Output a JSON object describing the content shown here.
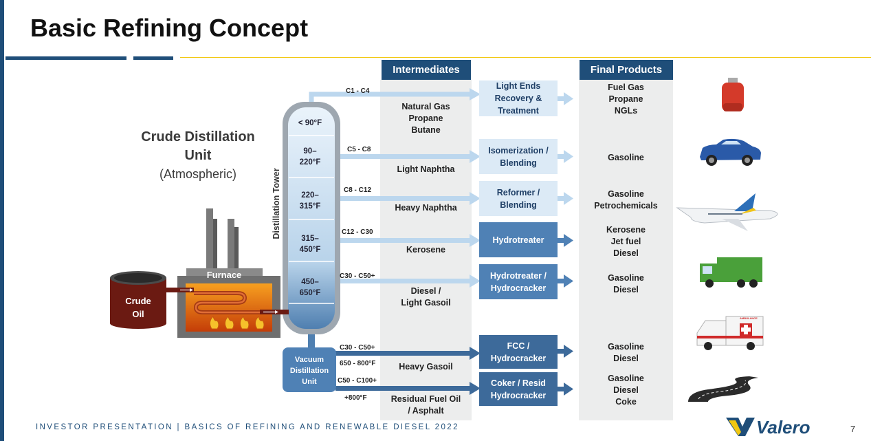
{
  "title": "Basic Refining Concept",
  "headers": {
    "intermediates": "Intermediates",
    "final_products": "Final Products"
  },
  "unit": {
    "line1": "Crude Distillation",
    "line2": "Unit",
    "line3": "(Atmospheric)"
  },
  "tower_label": "Distillation Tower",
  "furnace_label": "Furnace",
  "crude_label": {
    "line1": "Crude",
    "line2": "Oil"
  },
  "vacuum_label": {
    "line1": "Vacuum",
    "line2": "Distillation",
    "line3": "Unit"
  },
  "temps": [
    {
      "l1": "< 90°F",
      "l2": ""
    },
    {
      "l1": "90–",
      "l2": "220°F"
    },
    {
      "l1": "220–",
      "l2": "315°F"
    },
    {
      "l1": "315–",
      "l2": "450°F"
    },
    {
      "l1": "450–",
      "l2": "650°F"
    }
  ],
  "carbons": [
    "C1 - C4",
    "C5 - C8",
    "C8 - C12",
    "C12 - C30",
    "C30 - C50+",
    "C30 - C50+",
    "C50 - C100+"
  ],
  "vacuum_temps": [
    "650 - 800°F",
    "+800°F"
  ],
  "intermediates": [
    {
      "l1": "Natural Gas",
      "l2": "Propane",
      "l3": "Butane"
    },
    {
      "l1": "Light Naphtha",
      "l2": "",
      "l3": ""
    },
    {
      "l1": "Heavy Naphtha",
      "l2": "",
      "l3": ""
    },
    {
      "l1": "Kerosene",
      "l2": "",
      "l3": ""
    },
    {
      "l1": "Diesel /",
      "l2": "Light Gasoil",
      "l3": ""
    },
    {
      "l1": "Heavy Gasoil",
      "l2": "",
      "l3": ""
    },
    {
      "l1": "Residual Fuel Oil",
      "l2": "/ Asphalt",
      "l3": ""
    }
  ],
  "processes": [
    {
      "l1": "Light Ends",
      "l2": "Recovery &",
      "l3": "Treatment"
    },
    {
      "l1": "Isomerization /",
      "l2": "Blending",
      "l3": ""
    },
    {
      "l1": "Reformer /",
      "l2": "Blending",
      "l3": ""
    },
    {
      "l1": "Hydrotreater",
      "l2": "",
      "l3": ""
    },
    {
      "l1": "Hydrotreater /",
      "l2": "Hydrocracker",
      "l3": ""
    },
    {
      "l1": "FCC /",
      "l2": "Hydrocracker",
      "l3": ""
    },
    {
      "l1": "Coker / Resid",
      "l2": "Hydrocracker",
      "l3": ""
    }
  ],
  "products": [
    {
      "l1": "Fuel Gas",
      "l2": "Propane",
      "l3": "NGLs"
    },
    {
      "l1": "Gasoline",
      "l2": "",
      "l3": ""
    },
    {
      "l1": "Gasoline",
      "l2": "Petrochemicals",
      "l3": ""
    },
    {
      "l1": "Kerosene",
      "l2": "Jet fuel",
      "l3": "Diesel"
    },
    {
      "l1": "Gasoline",
      "l2": "Diesel",
      "l3": ""
    },
    {
      "l1": "Gasoline",
      "l2": "Diesel",
      "l3": ""
    },
    {
      "l1": "Gasoline",
      "l2": "Diesel",
      "l3": "Coke"
    }
  ],
  "icons": [
    "propane-tank-icon",
    "car-icon",
    "airplane-icon",
    "garbage-truck-icon",
    "ambulance-icon",
    "road-icon"
  ],
  "ambulance_text": "AMBULANCE",
  "footer": "INVESTOR PRESENTATION | BASICS OF REFINING AND RENEWABLE DIESEL 2022",
  "logo": "Valero",
  "page_number": "7",
  "colors": {
    "navy": "#1f4e79",
    "light_arrow": "#bcd7ee",
    "dark_arrow": "#3d6a9a",
    "tower": "#d6e6f5",
    "accent": "#f2c811"
  }
}
